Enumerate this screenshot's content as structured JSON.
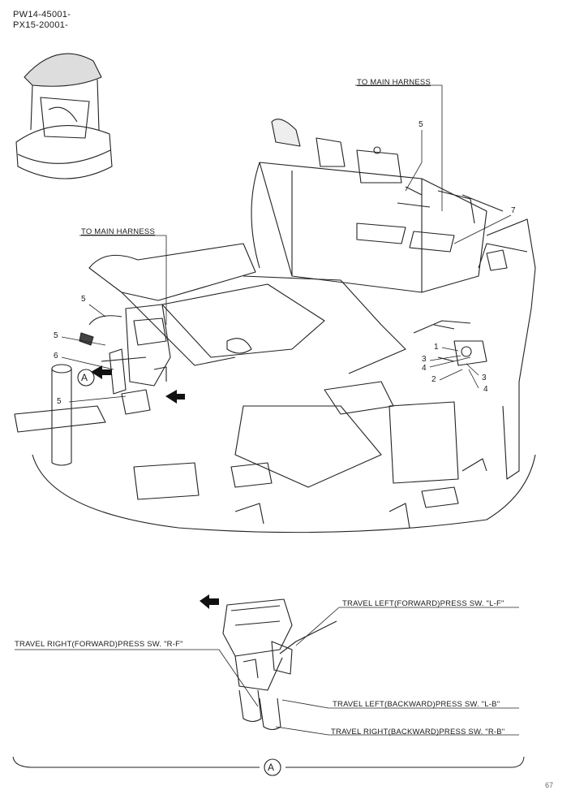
{
  "header": {
    "model_line_1": "PW14-45001-",
    "model_line_2": "PX15-20001-"
  },
  "labels": {
    "to_main_harness_top": "TO MAIN HARNESS",
    "to_main_harness_left": "TO MAIN HARNESS",
    "travel_left_forward": "TRAVEL LEFT(FORWARD)PRESS SW. \"L-F\"",
    "travel_right_forward": "TRAVEL RIGHT(FORWARD)PRESS SW. \"R-F\"",
    "travel_left_backward": "TRAVEL LEFT(BACKWARD)PRESS SW. \"L-B\"",
    "travel_right_backward": "TRAVEL RIGHT(BACKWARD)PRESS SW. \"R-B\""
  },
  "callouts": {
    "n5_top": "5",
    "n7": "7",
    "n5_a": "5",
    "n5_b": "5",
    "n6": "6",
    "n5_c": "5",
    "n1": "1",
    "n3_a": "3",
    "n4_a": "4",
    "n2": "2",
    "n3_b": "3",
    "n4_b": "4"
  },
  "detail_marker": "A",
  "detail_marker_bottom": "A",
  "page_number": "67"
}
